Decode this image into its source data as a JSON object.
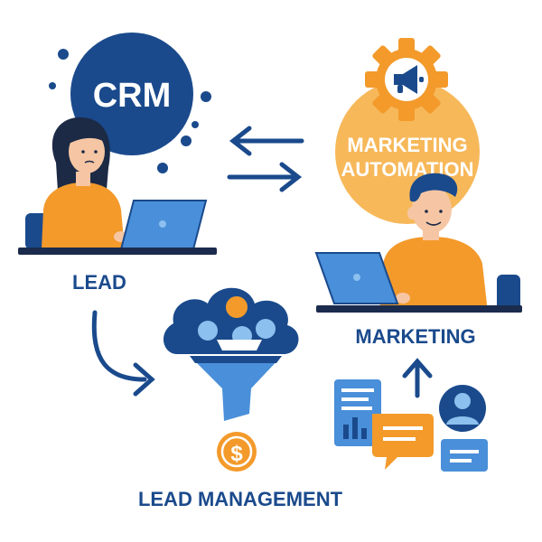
{
  "colors": {
    "navy": "#1a4a8c",
    "blue": "#4a8fd9",
    "light_blue": "#8cc0ee",
    "orange": "#f39a2b",
    "light_orange": "#f7b85a",
    "dark_navy": "#1b2b4d",
    "skin": "#f6c6a4",
    "hair_dark": "#1c2a45"
  },
  "crm": {
    "label": "CRM"
  },
  "marketing_automation": {
    "line1": "MARKETING",
    "line2": "AUTOMATION"
  },
  "lead": {
    "label": "LEAD"
  },
  "marketing": {
    "label": "MARKETING"
  },
  "lead_management": {
    "label": "LEAD MANAGEMENT"
  },
  "icons": {
    "gear": "gear-icon",
    "megaphone": "megaphone-icon",
    "funnel": "funnel-icon",
    "dollar": "dollar-coin-icon",
    "chat": "chat-bubble-icon",
    "profile": "profile-icon",
    "report": "report-chart-icon",
    "laptop": "laptop-icon"
  },
  "coin": {
    "symbol": "$"
  }
}
